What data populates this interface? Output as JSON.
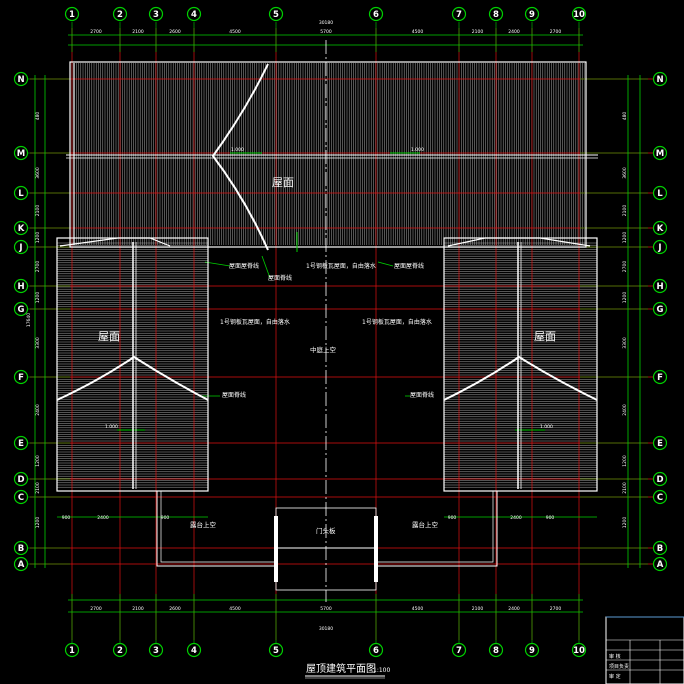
{
  "drawing": {
    "title": "屋顶建筑平面图",
    "title_suffix": "1:100"
  },
  "axes": {
    "columns": [
      "1",
      "2",
      "3",
      "4",
      "5",
      "6",
      "7",
      "8",
      "9",
      "10"
    ],
    "rows": [
      "N",
      "M",
      "L",
      "K",
      "J",
      "H",
      "G",
      "F",
      "E",
      "D",
      "C",
      "B",
      "A"
    ]
  },
  "dimensions": {
    "top_segments": [
      "2700",
      "2100",
      "2600",
      "4500",
      "5700",
      "4500",
      "2100",
      "2400",
      "2700"
    ],
    "top_total": "30180",
    "bottom_segments": [
      "2700",
      "2100",
      "2600",
      "4500",
      "5700",
      "4500",
      "2100",
      "2400",
      "2700"
    ],
    "bottom_total": "30180",
    "side_left": [
      "480",
      "3600",
      "2100",
      "1200",
      "2700",
      "1200",
      "3300",
      "2400",
      "1200",
      "2100",
      "1200"
    ],
    "side_left_total": "17640",
    "side_right": [
      "480",
      "3600",
      "2100",
      "1200",
      "2700",
      "1200",
      "3300",
      "2400",
      "1200",
      "2100",
      "1200"
    ],
    "balcony_left": [
      "900",
      "2400",
      "900"
    ],
    "balcony_right": [
      "900",
      "2400",
      "900"
    ]
  },
  "labels": {
    "roof_main": "屋面",
    "roof_left": "屋面",
    "roof_right": "屋面",
    "ridge_left": "屋面屋脊线",
    "ridge_center": "屋面脊线",
    "ridge_right": "屋面屋脊线",
    "tile_left": "1号钢板瓦屋面，自由落水",
    "tile_center": "1号钢板瓦屋面，自由落水",
    "tile_left2": "1号钢板瓦屋面，自由落水",
    "tile_right2": "1号钢板瓦屋面，自由落水",
    "atrium": "中庭上空",
    "left_hip": "屋面脊线",
    "right_hip": "屋面脊线",
    "balcony_left": "露台上空",
    "balcony_right": "露台上空",
    "entrance": "门头板",
    "slope_main_left": "1.000",
    "slope_main_right": "1.000",
    "slope_left": "1.000",
    "slope_right": "1.000"
  },
  "title_block": {
    "rows": [
      "审  核",
      "项目负责",
      "审  定"
    ]
  }
}
